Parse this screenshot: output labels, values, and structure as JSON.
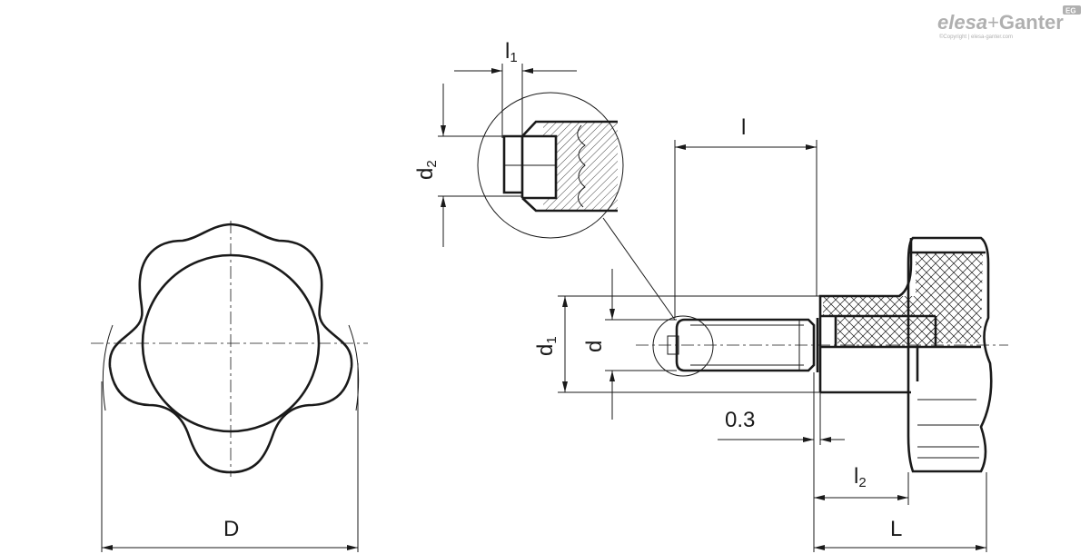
{
  "brand": {
    "name_part1": "elesa",
    "plus": "+",
    "name_part2": "Ganter",
    "badge": "EG",
    "copyright": "©Copyright | elesa-ganter.com"
  },
  "dimensions": {
    "D": "D",
    "L": "L",
    "l": "l",
    "l1_base": "l",
    "l1_sub": "1",
    "l2_base": "l",
    "l2_sub": "2",
    "d": "d",
    "d1_base": "d",
    "d1_sub": "1",
    "d2_base": "d",
    "d2_sub": "2",
    "gap": "0.3"
  }
}
